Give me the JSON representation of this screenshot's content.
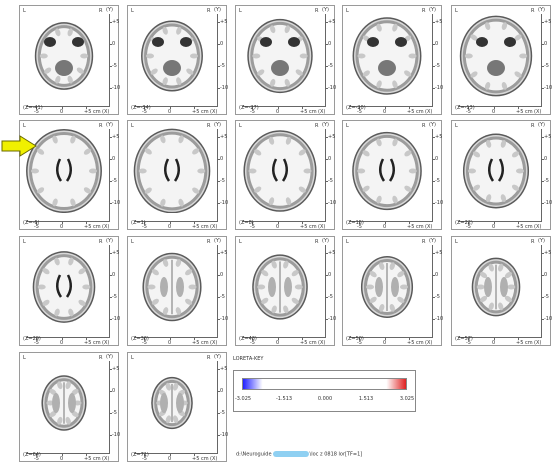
{
  "panel_labels": {
    "left": "L",
    "right": "R",
    "y_axis": "(Y)",
    "x_axis": "(X)",
    "y_ticks": [
      "+5",
      "0",
      "-5",
      "-10"
    ],
    "x_ticks": [
      "-5",
      "0",
      "+5 cm"
    ]
  },
  "slices": [
    {
      "z": "(Z=-41)"
    },
    {
      "z": "(Z=-34)"
    },
    {
      "z": "(Z=-27)"
    },
    {
      "z": "(Z=-20)"
    },
    {
      "z": "(Z=-13)"
    },
    {
      "z": "(Z=-6)"
    },
    {
      "z": "(Z=1)"
    },
    {
      "z": "(Z=8)"
    },
    {
      "z": "(Z=15)"
    },
    {
      "z": "(Z=22)"
    },
    {
      "z": "(Z=29)"
    },
    {
      "z": "(Z=36)"
    },
    {
      "z": "(Z=43)"
    },
    {
      "z": "(Z=50)"
    },
    {
      "z": "(Z=57)"
    },
    {
      "z": "(Z=64)"
    },
    {
      "z": "(Z=71)"
    }
  ],
  "key": {
    "title": "LORETA-KEY",
    "labels": [
      "-3.025",
      "-1.513",
      "0.000",
      "1.513",
      "3.025"
    ],
    "color_low": "#2020ff",
    "color_high": "#e02020"
  },
  "file_path": {
    "prefix": "d:\\Neuroguide",
    "suffix": "\\loc z 0818 lor[TF=1]"
  },
  "highlight_color": "#f0f000"
}
